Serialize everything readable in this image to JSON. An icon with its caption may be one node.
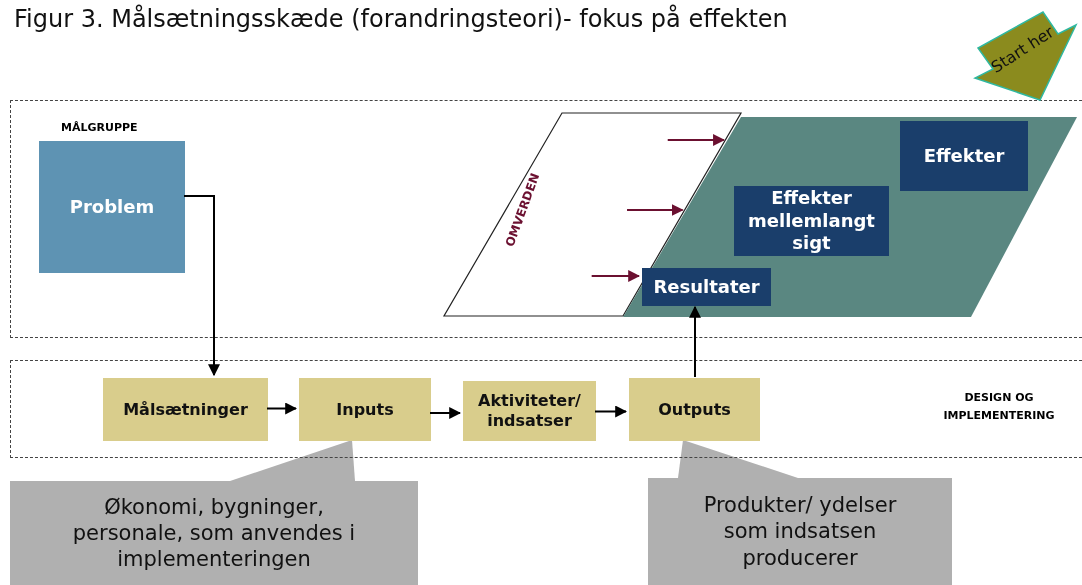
{
  "diagram": {
    "title": "Figur 3. Målsætningsskæde (forandringsteori)- fokus på effekten",
    "nodes": [
      {
        "text": [
          "MÅLGRUPPE"
        ]
      },
      {
        "text": [
          "Problem"
        ],
        "in": 0
      },
      {
        "text": [
          "OMVERDEN"
        ],
        "in": 0
      },
      {
        "text": [],
        "shape": "parallelogram",
        "in": 0
      },
      {
        "text": [
          "Effekter"
        ],
        "in": 3
      },
      {
        "text": [
          "Effekter mellemlangt sigt"
        ],
        "in": 3
      },
      {
        "text": [
          "Resultater"
        ],
        "in": 3
      },
      {
        "text": [
          "DESIGN OG IMPLEMENTERING"
        ]
      },
      {
        "text": [
          "Målsætninger"
        ],
        "in": 7
      },
      {
        "text": [
          "Inputs"
        ],
        "in": 7
      },
      {
        "text": [
          "Aktiviteter/ indsatser"
        ],
        "in": 7
      },
      {
        "text": [
          "Outputs"
        ],
        "in": 7
      },
      {
        "text": [
          "Økonomi, bygninger, personale, som anvendes i implementeringen"
        ]
      },
      {
        "text": [
          "Produkter/ ydelser som indsatsen producerer"
        ]
      },
      {
        "text": [
          "Start her"
        ]
      }
    ],
    "edges": [
      {
        "from": 1,
        "to": 8,
        "arrow": "to"
      },
      {
        "from": 8,
        "to": 9,
        "arrow": "to"
      },
      {
        "from": 9,
        "to": 10,
        "arrow": "to"
      },
      {
        "from": 10,
        "to": 11,
        "arrow": "to"
      },
      {
        "from": 11,
        "to": 6,
        "arrow": "to"
      },
      {
        "from": 2,
        "to": 3,
        "arrow": "to",
        "color": "#6b1030"
      },
      {
        "from": 2,
        "to": 3,
        "arrow": "to",
        "color": "#6b1030"
      },
      {
        "from": 2,
        "to": 6,
        "arrow": "to",
        "color": "#6b1030"
      },
      {
        "from": 12,
        "to": 9,
        "arrow": "none"
      },
      {
        "from": 13,
        "to": 11,
        "arrow": "none"
      }
    ]
  }
}
